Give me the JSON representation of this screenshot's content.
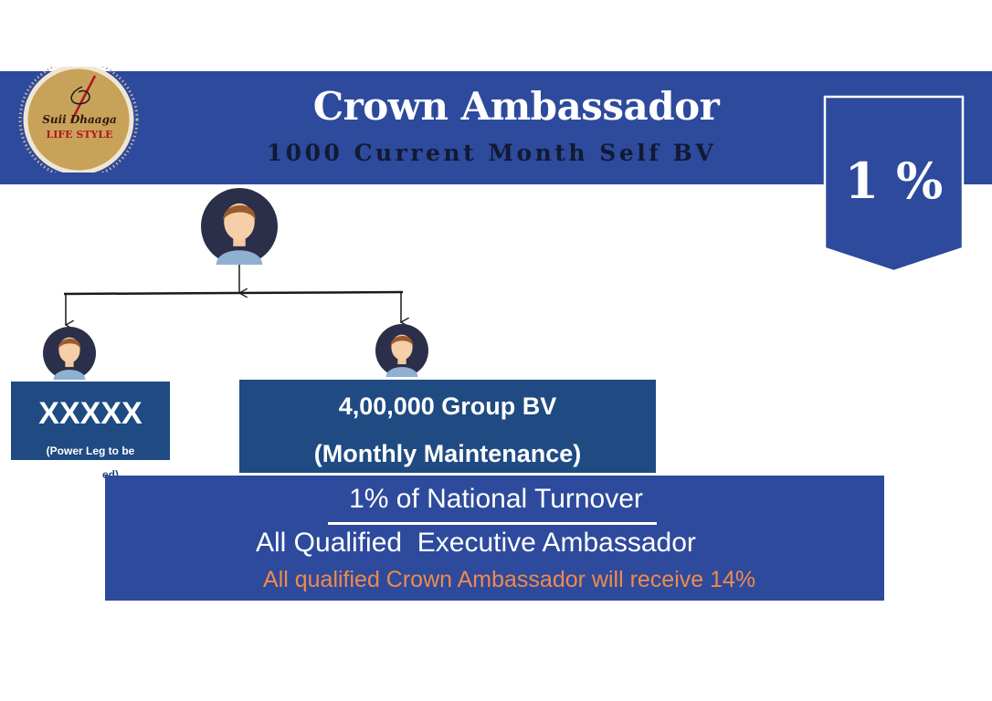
{
  "header": {
    "title": "Crown Ambassador",
    "subtitle": "1000 Current Month Self BV"
  },
  "logo": {
    "line1": "Suii Dhaaga",
    "line2": "LIFE STYLE",
    "icon": "needle-and-thread-icon"
  },
  "badge": {
    "text": "1 %"
  },
  "tree": {
    "avatar_icon": "person-avatar-icon",
    "left": {
      "name": "XXXXX",
      "note": "(Power Leg to be",
      "note_overflow": "ed)"
    },
    "right": {
      "line1": "4,00,000 Group BV",
      "line2": "(Monthly Maintenance)"
    }
  },
  "info": {
    "line1": "1% of National Turnover",
    "line2": "All Qualified  Executive Ambassador",
    "line3": "All qualified Crown Ambassador will receive 14%"
  },
  "colors": {
    "banner": "#2d4a9c",
    "box": "#1f4a82",
    "accent_text": "#f08a4b",
    "logo_gold": "#c9a25a"
  }
}
